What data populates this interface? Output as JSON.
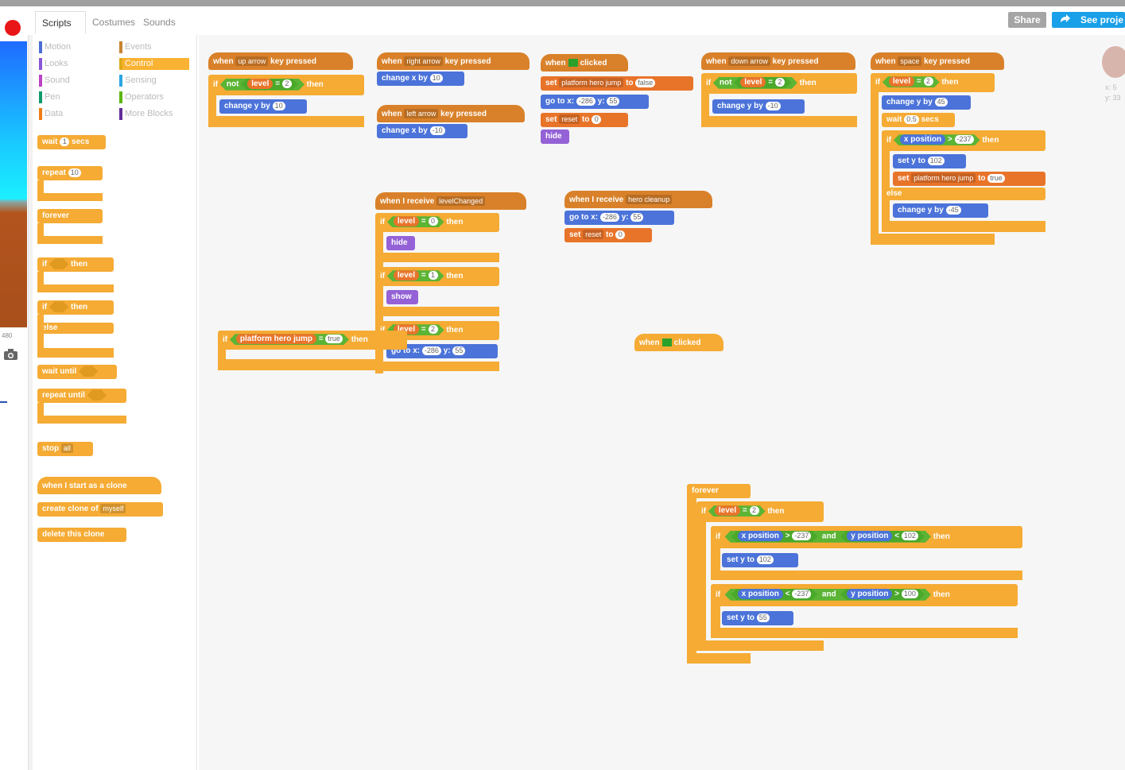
{
  "tabs": [
    "Scripts",
    "Costumes",
    "Sounds"
  ],
  "stage": {
    "coord": "480"
  },
  "categories": [
    {
      "label": "Motion",
      "color": "#4a6cd4"
    },
    {
      "label": "Looks",
      "color": "#8a55d7"
    },
    {
      "label": "Sound",
      "color": "#bb42c3"
    },
    {
      "label": "Pen",
      "color": "#0e9a6c"
    },
    {
      "label": "Data",
      "color": "#ee7d16"
    },
    {
      "label": "Events",
      "color": "#c88330"
    },
    {
      "label": "Control",
      "color": "#e1a91a"
    },
    {
      "label": "Sensing",
      "color": "#2ca5e2"
    },
    {
      "label": "Operators",
      "color": "#5cb712"
    },
    {
      "label": "More Blocks",
      "color": "#632d99"
    }
  ],
  "header": {
    "share": "Share",
    "see_project": "See proje"
  },
  "sprite_info": {
    "x": "x: 5",
    "y": "y: 33"
  },
  "palette": {
    "wait": "wait",
    "wait_val": "1",
    "secs": "secs",
    "repeat": "repeat",
    "repeat_val": "10",
    "forever": "forever",
    "if": "if",
    "then": "then",
    "else": "else",
    "wait_until": "wait until",
    "repeat_until": "repeat until",
    "stop": "stop",
    "stop_opt": "all",
    "clone_start": "when I start as a clone",
    "create_clone": "create clone of",
    "clone_opt": "myself",
    "delete_clone": "delete this clone"
  },
  "scripts": {
    "w": {
      "when": "when",
      "key": "key pressed",
      "then": "then",
      "if": "if",
      "not": "not",
      "level": "level",
      "to": "to",
      "set": "set",
      "change": "change",
      "by": "by",
      "else": "else",
      "and": "and",
      "clicked": "clicked",
      "receive": "when I receive",
      "goto": "go to x:",
      "y": "y:",
      "hide": "hide",
      "show": "show",
      "forever": "forever",
      "xpos": "x position",
      "ypos": "y position",
      "wait": "wait",
      "secs": "secs",
      "sety": "set y to",
      "changex": "change x by",
      "changey": "change y by",
      "setvar": "set",
      "eq": "=",
      "gt": ">",
      "lt": "<"
    },
    "up": {
      "key": "up arrow",
      "cmp": "2",
      "dy": "10"
    },
    "right": {
      "key": "right arrow",
      "dx": "10"
    },
    "left": {
      "key": "left arrow",
      "dx": "-10"
    },
    "flag1": {
      "var1": "platform hero jump",
      "val1": "false",
      "x": "-286",
      "y": "55",
      "var2": "reset",
      "val2": "0"
    },
    "down": {
      "key": "down arrow",
      "cmp": "2",
      "dy": "-10"
    },
    "space": {
      "key": "space",
      "cmp": "2",
      "dy1": "45",
      "wait": "0.5",
      "x_gt": "-237",
      "sety": "102",
      "var": "platform hero jump",
      "val": "true",
      "dy2": "-45"
    },
    "recv1": {
      "msg": "levelChanged",
      "c1": "0",
      "c2": "1",
      "c3": "2",
      "x": "-286",
      "y": "55"
    },
    "recv2": {
      "msg": "hero cleanup",
      "x": "-286",
      "y": "55",
      "var": "reset",
      "val": "0"
    },
    "loose": {
      "var": "platform hero jump",
      "val": "true"
    },
    "forever": {
      "level": "2",
      "x1": "-237",
      "y1": "102",
      "sety1": "102",
      "x2": "-237",
      "y2": "100",
      "sety2": "55"
    }
  }
}
